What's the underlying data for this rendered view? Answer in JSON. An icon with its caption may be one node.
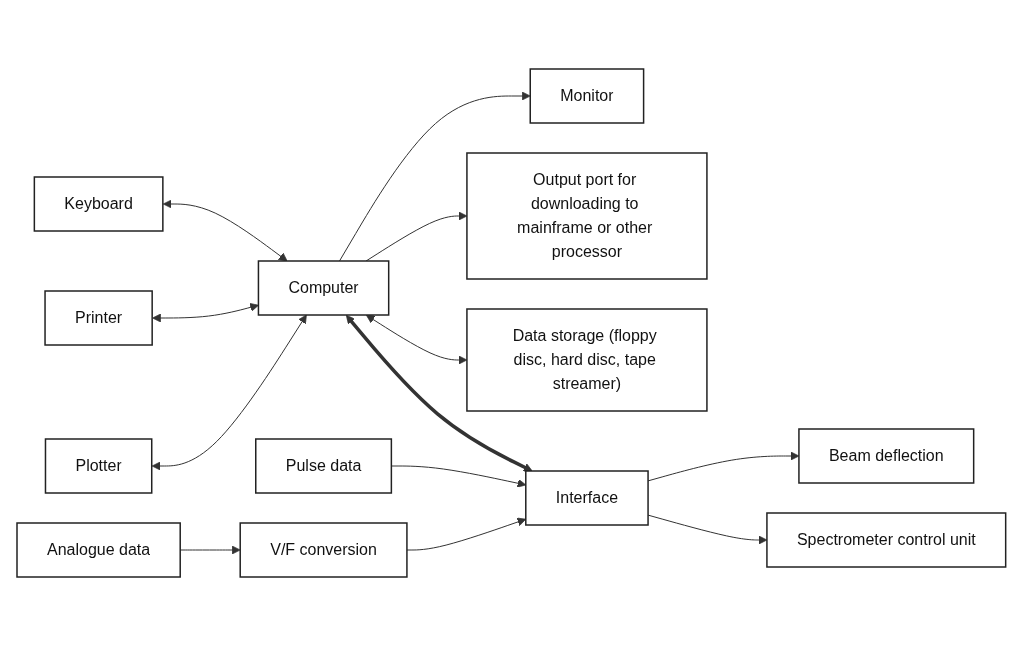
{
  "diagram": {
    "nodes": [
      {
        "text": [
          "Monitor"
        ]
      },
      {
        "text": [
          "Keyboard"
        ]
      },
      {
        "text": [
          "Printer"
        ]
      },
      {
        "text": [
          "Plotter"
        ]
      },
      {
        "text": [
          "Computer"
        ]
      },
      {
        "text": [
          "Output port for downloading to mainframe or other processor"
        ]
      },
      {
        "text": [
          "Data storage (floppy disc, hard disc, tape streamer)"
        ]
      },
      {
        "text": [
          "Interface"
        ]
      },
      {
        "text": [
          "Beam deflection"
        ]
      },
      {
        "text": [
          "Spectrometer control unit"
        ]
      },
      {
        "text": [
          "Pulse data"
        ]
      },
      {
        "text": [
          "V/F conversion"
        ]
      },
      {
        "text": [
          "Analogue data"
        ]
      }
    ],
    "edges": [
      {
        "from": 4,
        "to": 0,
        "arrow": "to"
      },
      {
        "from": 1,
        "to": 4,
        "arrow": "both"
      },
      {
        "from": 2,
        "to": 4,
        "arrow": "both"
      },
      {
        "from": 3,
        "to": 4,
        "arrow": "both"
      },
      {
        "from": 4,
        "to": 5,
        "arrow": "to"
      },
      {
        "from": 4,
        "to": 6,
        "arrow": "both"
      },
      {
        "from": 4,
        "to": 7,
        "arrow": "both",
        "style": "thick"
      },
      {
        "from": 7,
        "to": 8,
        "arrow": "to"
      },
      {
        "from": 7,
        "to": 9,
        "arrow": "to"
      },
      {
        "from": 10,
        "to": 7,
        "arrow": "to"
      },
      {
        "from": 11,
        "to": 7,
        "arrow": "to"
      },
      {
        "from": 12,
        "to": 11,
        "arrow": "to"
      }
    ]
  }
}
